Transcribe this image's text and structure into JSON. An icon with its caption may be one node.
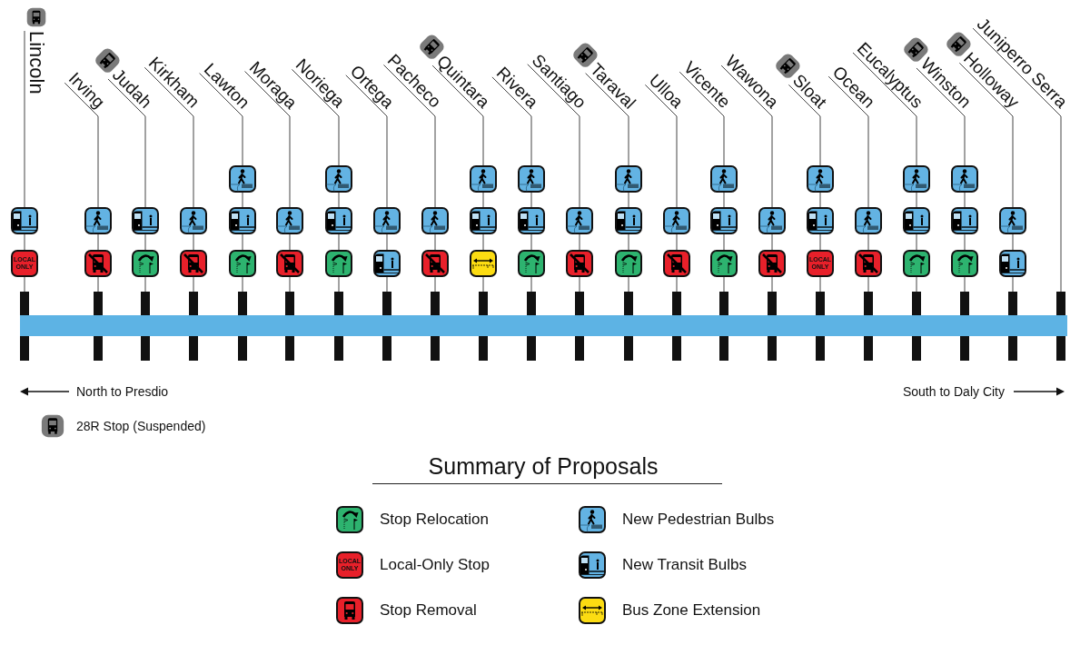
{
  "diagram": {
    "title": "Summary of Proposals",
    "nodes": [
      {
        "text": [
          "Lincoln"
        ]
      },
      {
        "text": [
          "Irving"
        ]
      },
      {
        "text": [
          "Judah"
        ]
      },
      {
        "text": [
          "Kirkham"
        ]
      },
      {
        "text": [
          "Lawton"
        ]
      },
      {
        "text": [
          "Moraga"
        ]
      },
      {
        "text": [
          "Noriega"
        ]
      },
      {
        "text": [
          "Ortega"
        ]
      },
      {
        "text": [
          "Pacheco"
        ]
      },
      {
        "text": [
          "Quintara"
        ]
      },
      {
        "text": [
          "Rivera"
        ]
      },
      {
        "text": [
          "Santiago"
        ]
      },
      {
        "text": [
          "Taraval"
        ]
      },
      {
        "text": [
          "Ulloa"
        ]
      },
      {
        "text": [
          "Vicente"
        ]
      },
      {
        "text": [
          "Wawona"
        ]
      },
      {
        "text": [
          "Sloat"
        ]
      },
      {
        "text": [
          "Ocean"
        ]
      },
      {
        "text": [
          "Eucalyptus"
        ]
      },
      {
        "text": [
          "Winston"
        ]
      },
      {
        "text": [
          "Holloway"
        ]
      },
      {
        "text": [
          "Juniperro Serra"
        ]
      },
      {
        "text": [],
        "shape": "bar"
      }
    ],
    "edges": [
      {
        "from": 0,
        "to": 22,
        "arrow": "none"
      },
      {
        "from": 1,
        "to": 22,
        "arrow": "none"
      },
      {
        "from": 2,
        "to": 22,
        "arrow": "none"
      },
      {
        "from": 3,
        "to": 22,
        "arrow": "none"
      },
      {
        "from": 4,
        "to": 22,
        "arrow": "none"
      },
      {
        "from": 5,
        "to": 22,
        "arrow": "none"
      },
      {
        "from": 6,
        "to": 22,
        "arrow": "none"
      },
      {
        "from": 7,
        "to": 22,
        "arrow": "none"
      },
      {
        "from": 8,
        "to": 22,
        "arrow": "none"
      },
      {
        "from": 9,
        "to": 22,
        "arrow": "none"
      },
      {
        "from": 10,
        "to": 22,
        "arrow": "none"
      },
      {
        "from": 11,
        "to": 22,
        "arrow": "none"
      },
      {
        "from": 12,
        "to": 22,
        "arrow": "none"
      },
      {
        "from": 13,
        "to": 22,
        "arrow": "none"
      },
      {
        "from": 14,
        "to": 22,
        "arrow": "none"
      },
      {
        "from": 15,
        "to": 22,
        "arrow": "none"
      },
      {
        "from": 16,
        "to": 22,
        "arrow": "none"
      },
      {
        "from": 17,
        "to": 22,
        "arrow": "none"
      },
      {
        "from": 18,
        "to": 22,
        "arrow": "none"
      },
      {
        "from": 19,
        "to": 22,
        "arrow": "none"
      },
      {
        "from": 20,
        "to": 22,
        "arrow": "none"
      },
      {
        "from": 21,
        "to": 22,
        "arrow": "none"
      }
    ],
    "labels": [
      "LOCAL ONLY",
      "LOCAL ONLY",
      "North to Presdio",
      "South to Daly City",
      "LOCAL ONLY"
    ],
    "legend": [
      {
        "text": "28R Stop (Suspended)"
      },
      {
        "text": "Stop Relocation"
      },
      {
        "text": "Local-Only Stop"
      },
      {
        "text": "Stop Removal"
      },
      {
        "text": "New Pedestrian Bulbs"
      },
      {
        "text": "New Transit Bulbs"
      },
      {
        "text": "Bus Zone Extension"
      }
    ]
  }
}
